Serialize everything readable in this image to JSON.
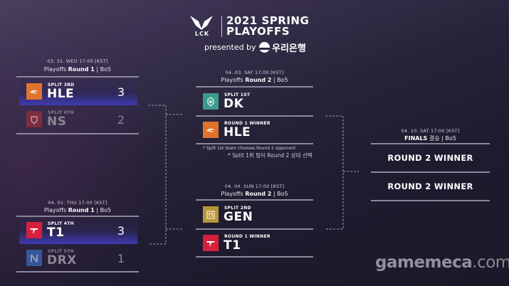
{
  "header": {
    "logo_text": "LCK",
    "title_line1": "2021 SPRING",
    "title_line2": "PLAYOFFS",
    "presented_by": "presented by",
    "sponsor_name": "우리은행"
  },
  "colors": {
    "winner_glow": "#3f3ab0",
    "divider": "#8b879c",
    "hle": "#e0742c",
    "ns": "#9c2f3a",
    "t1": "#d7203b",
    "drx": "#3d6fc8",
    "dk": "#3a9d8b",
    "gen": "#b8963a"
  },
  "round1": [
    {
      "date": "03. 31. WED 17:00 [KST]",
      "title_prefix": "Playoffs",
      "title_round": "Round 1",
      "title_suffix": "| Bo5",
      "teams": [
        {
          "seed": "SPLIT 3RD",
          "name": "HLE",
          "score": "3",
          "logo": "hle-logo-icon",
          "winner": true
        },
        {
          "seed": "SPLIT 6TH",
          "name": "NS",
          "score": "2",
          "logo": "ns-logo-icon",
          "winner": false
        }
      ]
    },
    {
      "date": "04. 01. THU 17:00 [KST]",
      "title_prefix": "Playoffs",
      "title_round": "Round 1",
      "title_suffix": "| Bo5",
      "teams": [
        {
          "seed": "SPLIT 4TH",
          "name": "T1",
          "score": "3",
          "logo": "t1-logo-icon",
          "winner": true
        },
        {
          "seed": "SPLIT 5TH",
          "name": "DRX",
          "score": "1",
          "logo": "drx-logo-icon",
          "winner": false
        }
      ]
    }
  ],
  "round2": [
    {
      "date": "04. 03. SAT 17:00 [KST]",
      "title_prefix": "Playoffs",
      "title_round": "Round 2",
      "title_suffix": "| Bo5",
      "teams": [
        {
          "seed": "SPLIT 1ST",
          "name": "DK",
          "logo": "dk-logo-icon"
        },
        {
          "seed": "ROUND 1 WINNER",
          "name": "HLE",
          "logo": "hle-logo-icon"
        }
      ],
      "note_en": "* Split 1st team chooses Round 2 opponent",
      "note_ko": "* Split 1위 팀이 Round 2 상대 선택"
    },
    {
      "date": "04. 04. SUN 17:00 [KST]",
      "title_prefix": "Playoffs",
      "title_round": "Round 2",
      "title_suffix": "| Bo5",
      "teams": [
        {
          "seed": "SPLIT 2ND",
          "name": "GEN",
          "logo": "gen-logo-icon"
        },
        {
          "seed": "ROUND 1 WINNER",
          "name": "T1",
          "logo": "t1-logo-icon"
        }
      ]
    }
  ],
  "finals": {
    "date": "04. 10. SAT 17:00 [KST]",
    "title_prefix": "FINALS",
    "title_ko": "결승",
    "title_suffix": "| Bo5",
    "slots": [
      "ROUND 2 WINNER",
      "ROUND 2 WINNER"
    ]
  },
  "watermark": {
    "brand": "gamemeca",
    "tld": ".com"
  }
}
